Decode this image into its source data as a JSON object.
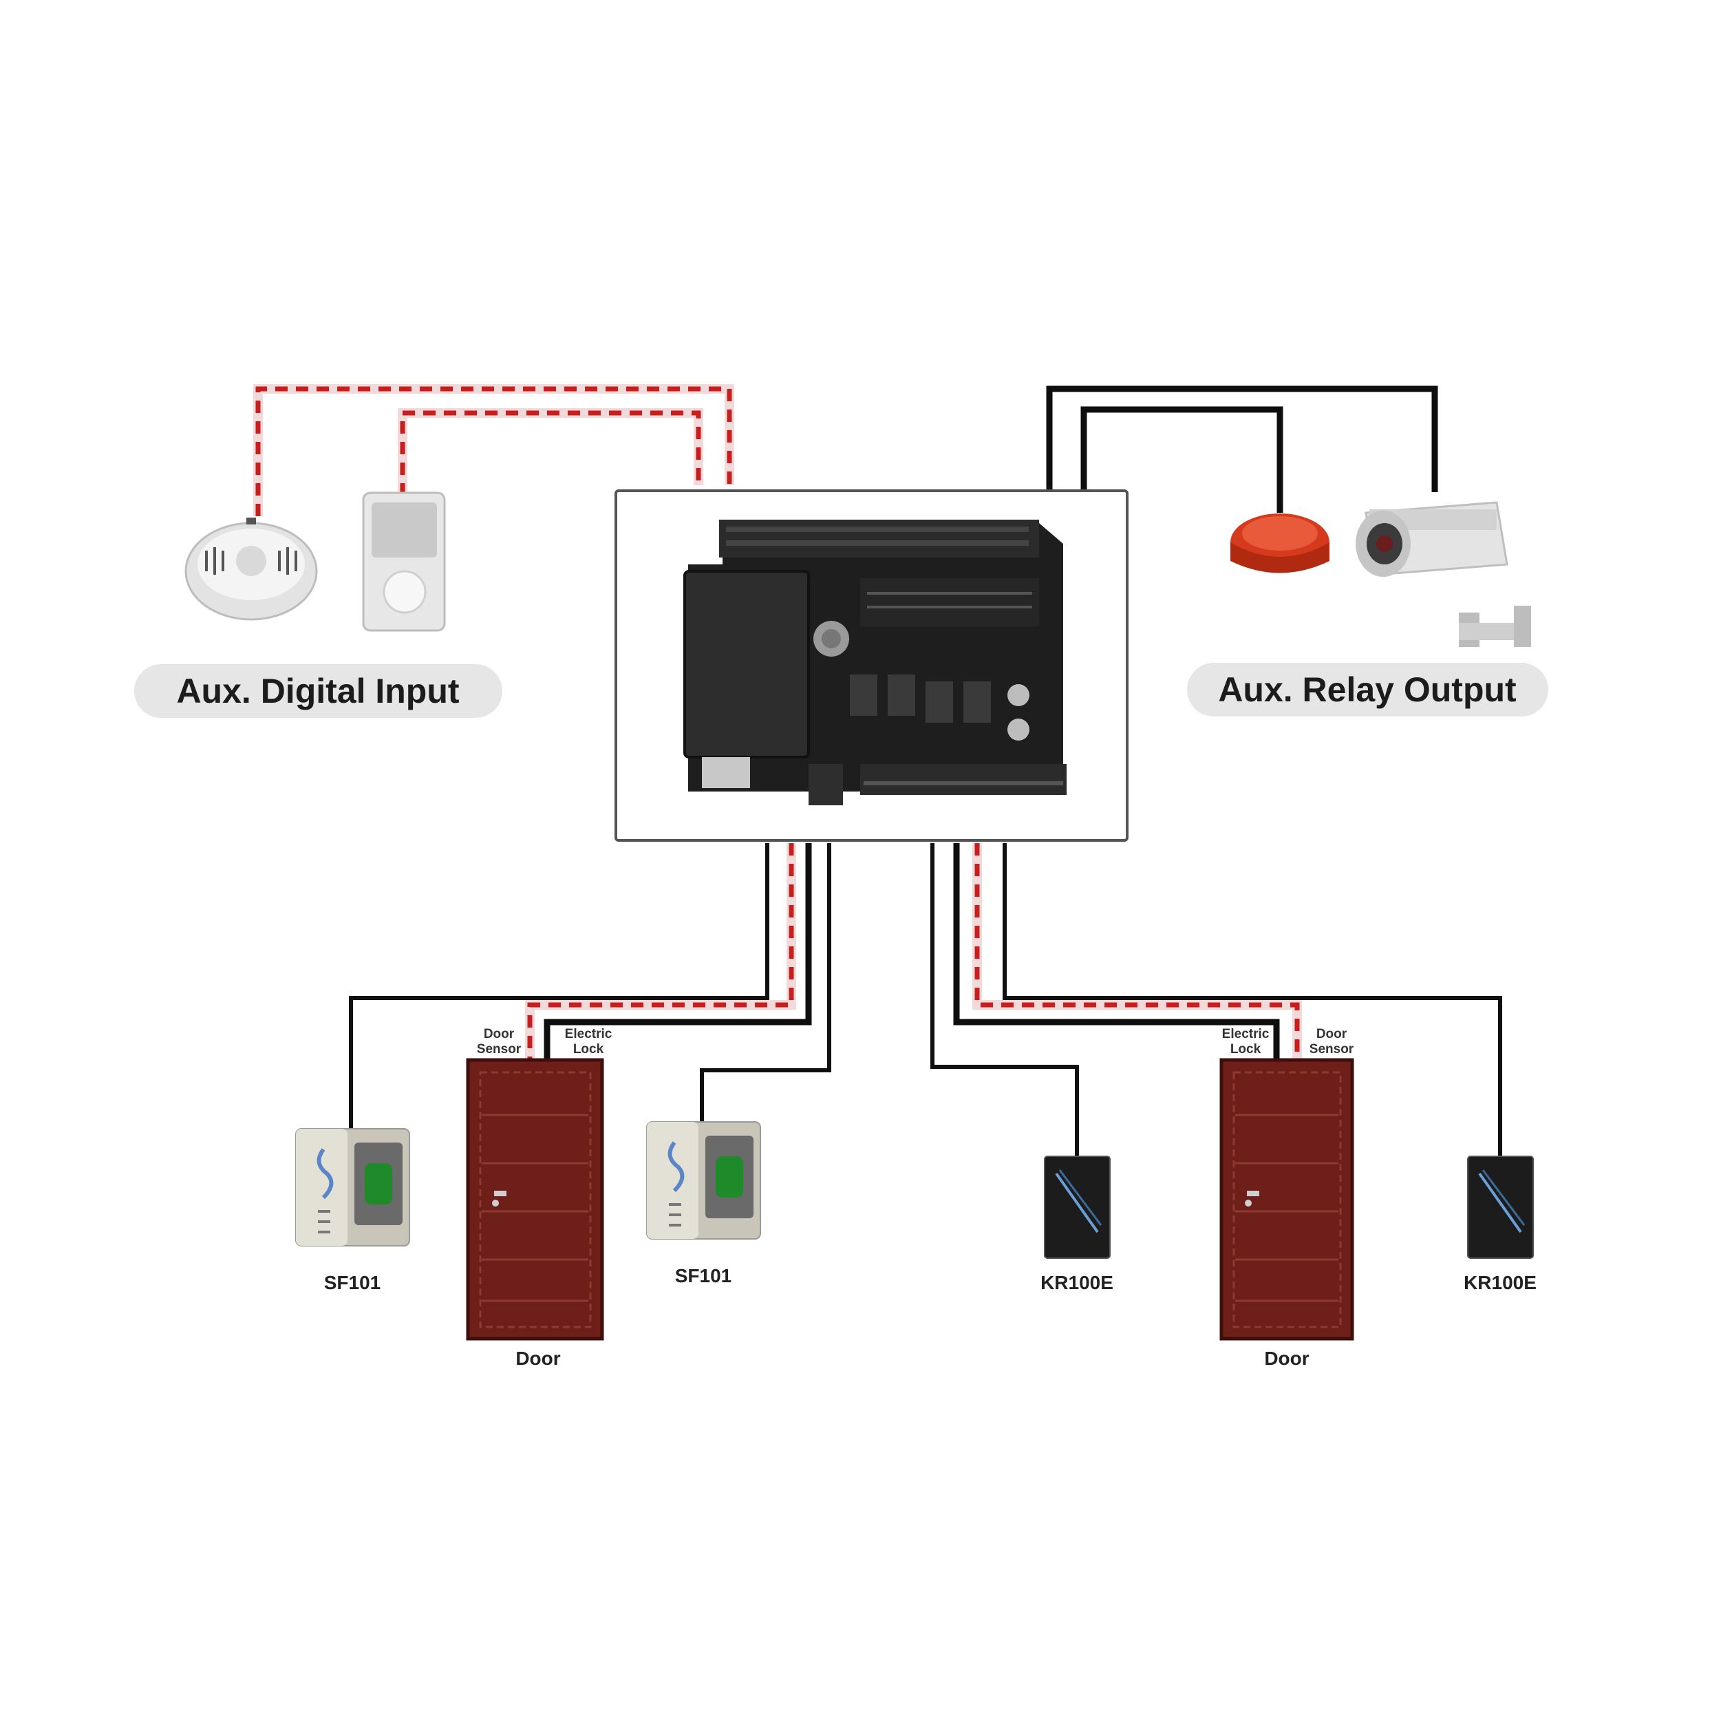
{
  "labels": {
    "aux_input": "Aux. Digital Input",
    "aux_output": "Aux. Relay Output",
    "sf101_left": "SF101",
    "sf101_right": "SF101",
    "door_left": "Door",
    "door_right": "Door",
    "kr100e_left": "KR100E",
    "kr100e_right": "KR100E",
    "door_sensor_left_1": "Door",
    "door_sensor_left_2": "Sensor",
    "electric_lock_left_1": "Electric",
    "electric_lock_left_2": "Lock",
    "electric_lock_right_1": "Electric",
    "electric_lock_right_2": "Lock",
    "door_sensor_right_1": "Door",
    "door_sensor_right_2": "Sensor"
  },
  "colors": {
    "wire_black": "#0e0e0e",
    "wire_red_dashed": "#c81e1e",
    "door": "#6e1f1a",
    "siren": "#d63a1c",
    "board": "#1e1e1e",
    "label_pill": "#e6e6e6"
  },
  "icons": [
    "smoke-detector-icon",
    "motion-sensor-icon",
    "controller-board-icon",
    "siren-icon",
    "cctv-camera-icon",
    "fingerprint-reader-icon",
    "door-icon",
    "card-reader-icon"
  ]
}
